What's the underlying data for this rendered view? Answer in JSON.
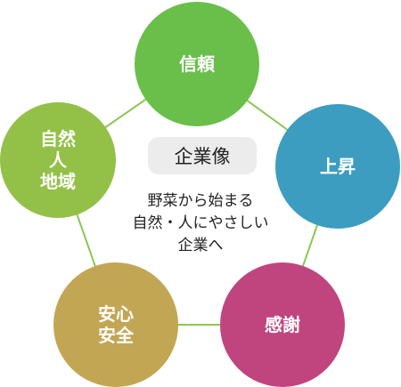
{
  "center": {
    "title": "企業像",
    "lines": [
      "野菜から始まる",
      "自然・人にやさしい",
      "企業へ"
    ]
  },
  "nodes": [
    {
      "id": "trust",
      "lines": [
        "信頼"
      ],
      "color": "#6abf4b"
    },
    {
      "id": "rise",
      "lines": [
        "上昇"
      ],
      "color": "#3c9dc0"
    },
    {
      "id": "gratitude",
      "lines": [
        "感謝"
      ],
      "color": "#c0457e"
    },
    {
      "id": "safety",
      "lines": [
        "安心",
        "安全"
      ],
      "color": "#c2a654"
    },
    {
      "id": "nature",
      "lines": [
        "自然",
        "人",
        "地域"
      ],
      "color": "#93c047"
    }
  ],
  "connector_color": "#8cc652"
}
